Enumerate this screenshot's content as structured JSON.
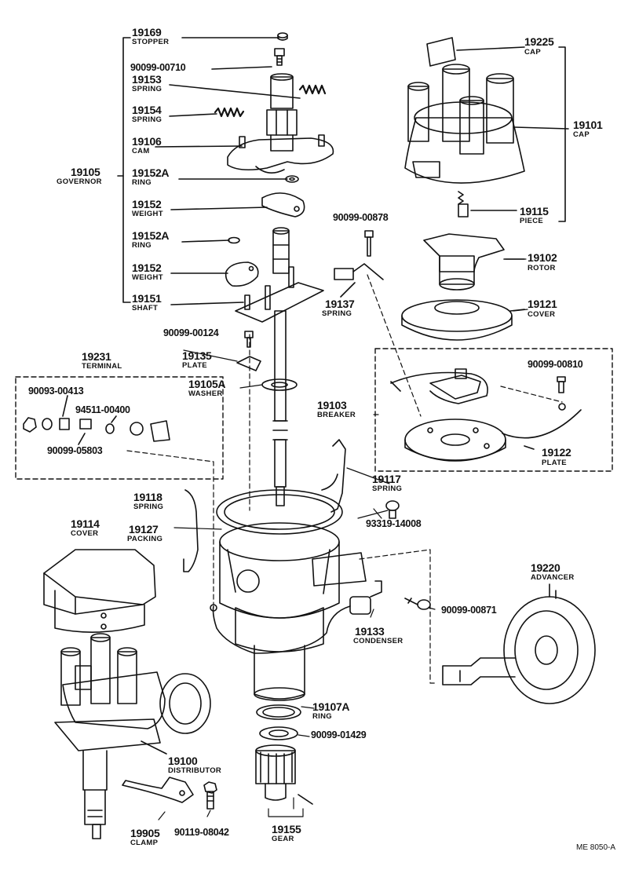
{
  "parts": {
    "p19169": {
      "number": "19169",
      "name": "STOPPER"
    },
    "p90099_00710": {
      "number": "90099-00710"
    },
    "p19153": {
      "number": "19153",
      "name": "SPRING"
    },
    "p19154": {
      "number": "19154",
      "name": "SPRING"
    },
    "p19106": {
      "number": "19106",
      "name": "CAM"
    },
    "p19105": {
      "number": "19105",
      "name": "GOVERNOR"
    },
    "p19152A_1": {
      "number": "19152A",
      "name": "RING"
    },
    "p19152_1": {
      "number": "19152",
      "name": "WEIGHT"
    },
    "p19152A_2": {
      "number": "19152A",
      "name": "RING"
    },
    "p19152_2": {
      "number": "19152",
      "name": "WEIGHT"
    },
    "p19151": {
      "number": "19151",
      "name": "SHAFT"
    },
    "p19225": {
      "number": "19225",
      "name": "CAP"
    },
    "p19101": {
      "number": "19101",
      "name": "CAP"
    },
    "p19115": {
      "number": "19115",
      "name": "PIECE"
    },
    "p90099_00878": {
      "number": "90099-00878"
    },
    "p19102": {
      "number": "19102",
      "name": "ROTOR"
    },
    "p19137": {
      "number": "19137",
      "name": "SPRING"
    },
    "p19121": {
      "number": "19121",
      "name": "COVER"
    },
    "p90099_00124": {
      "number": "90099-00124"
    },
    "p19135": {
      "number": "19135",
      "name": "PLATE"
    },
    "p19231": {
      "number": "19231",
      "name": "TERMINAL"
    },
    "p19105A": {
      "number": "19105A",
      "name": "WASHER"
    },
    "p90093_00413": {
      "number": "90093-00413"
    },
    "p94511_00400": {
      "number": "94511-00400"
    },
    "p90099_05803": {
      "number": "90099-05803"
    },
    "p19103": {
      "number": "19103",
      "name": "BREAKER"
    },
    "p90099_00810": {
      "number": "90099-00810"
    },
    "p19122": {
      "number": "19122",
      "name": "PLATE"
    },
    "p19117": {
      "number": "19117",
      "name": "SPRING"
    },
    "p93319_14008": {
      "number": "93319-14008"
    },
    "p19118": {
      "number": "19118",
      "name": "SPRING"
    },
    "p19127": {
      "number": "19127",
      "name": "PACKING"
    },
    "p19114": {
      "number": "19114",
      "name": "COVER"
    },
    "p19220": {
      "number": "19220",
      "name": "ADVANCER"
    },
    "p90099_00871": {
      "number": "90099-00871"
    },
    "p19133": {
      "number": "19133",
      "name": "CONDENSER"
    },
    "p19107A": {
      "number": "19107A",
      "name": "RING"
    },
    "p90099_01429": {
      "number": "90099-01429"
    },
    "p19100": {
      "number": "19100",
      "name": "DISTRIBUTOR"
    },
    "p19905": {
      "number": "19905",
      "name": "CLAMP"
    },
    "p90119_08042": {
      "number": "90119-08042"
    },
    "p19155": {
      "number": "19155",
      "name": "GEAR"
    }
  },
  "diagram_code": "ME 8050-A"
}
